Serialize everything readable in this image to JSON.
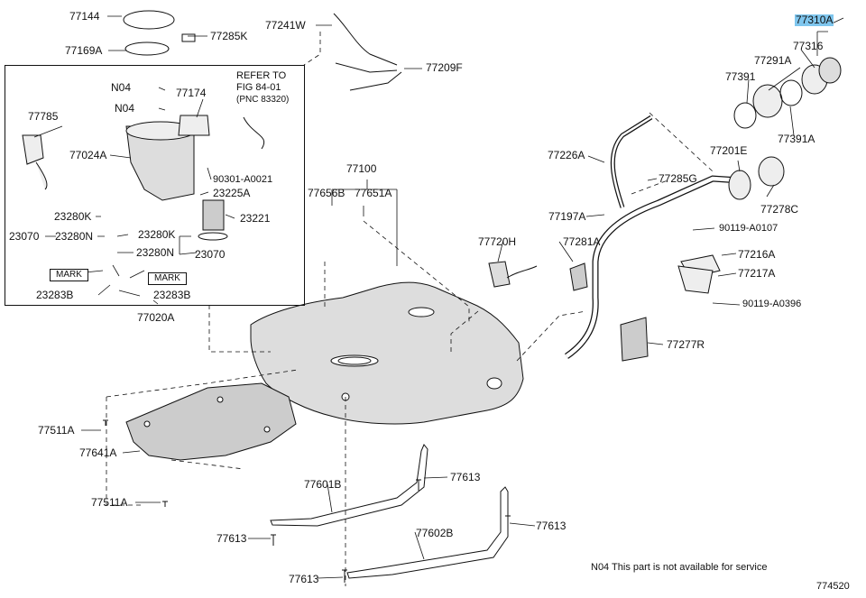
{
  "diagram": {
    "labels": [
      {
        "id": "p77144",
        "text": "77144"
      },
      {
        "id": "p77285k",
        "text": "77285K"
      },
      {
        "id": "p77169a",
        "text": "77169A"
      },
      {
        "id": "p77241w",
        "text": "77241W"
      },
      {
        "id": "p77209f",
        "text": "77209F"
      },
      {
        "id": "p77310a",
        "text": "77310A"
      },
      {
        "id": "p77316",
        "text": "77316"
      },
      {
        "id": "p77291a",
        "text": "77291A"
      },
      {
        "id": "p77391",
        "text": "77391"
      },
      {
        "id": "p77391a",
        "text": "77391A"
      },
      {
        "id": "n04a",
        "text": "N04"
      },
      {
        "id": "n04b",
        "text": "N04"
      },
      {
        "id": "p77174",
        "text": "77174"
      },
      {
        "id": "p77785",
        "text": "77785"
      },
      {
        "id": "p77024a",
        "text": "77024A"
      },
      {
        "id": "p90301",
        "text": "90301-A0021"
      },
      {
        "id": "p23225a",
        "text": "23225A"
      },
      {
        "id": "p23221",
        "text": "23221"
      },
      {
        "id": "p23280k_l",
        "text": "23280K"
      },
      {
        "id": "p23070_l",
        "text": "23070"
      },
      {
        "id": "p23280n_l",
        "text": "23280N"
      },
      {
        "id": "p23280k_r",
        "text": "23280K"
      },
      {
        "id": "p23280n_r",
        "text": "23280N"
      },
      {
        "id": "p23070_r",
        "text": "23070"
      },
      {
        "id": "p23283b_l",
        "text": "23283B"
      },
      {
        "id": "p23283b_r",
        "text": "23283B"
      },
      {
        "id": "p77020a",
        "text": "77020A"
      },
      {
        "id": "p77100",
        "text": "77100"
      },
      {
        "id": "p77656b",
        "text": "77656B"
      },
      {
        "id": "p77651a",
        "text": "77651A"
      },
      {
        "id": "p77226a",
        "text": "77226A"
      },
      {
        "id": "p77201e",
        "text": "77201E"
      },
      {
        "id": "p77285g",
        "text": "77285G"
      },
      {
        "id": "p77278c",
        "text": "77278C"
      },
      {
        "id": "p77197a",
        "text": "77197A"
      },
      {
        "id": "p90119_a0107",
        "text": "90119-A0107"
      },
      {
        "id": "p77720h",
        "text": "77720H"
      },
      {
        "id": "p77281a",
        "text": "77281A"
      },
      {
        "id": "p77216a",
        "text": "77216A"
      },
      {
        "id": "p77217a",
        "text": "77217A"
      },
      {
        "id": "p90119_a0396",
        "text": "90119-A0396"
      },
      {
        "id": "p77277r",
        "text": "77277R"
      },
      {
        "id": "p77511a_t",
        "text": "77511A"
      },
      {
        "id": "p77641a",
        "text": "77641A"
      },
      {
        "id": "p77511a_b",
        "text": "77511A"
      },
      {
        "id": "p77613_a",
        "text": "77613"
      },
      {
        "id": "p77601b",
        "text": "77601B"
      },
      {
        "id": "p77613_b",
        "text": "77613"
      },
      {
        "id": "p77602b",
        "text": "77602B"
      },
      {
        "id": "p77613_c",
        "text": "77613"
      },
      {
        "id": "p77613_d",
        "text": "77613"
      }
    ],
    "marks": [
      "MARK",
      "MARK"
    ],
    "refer": [
      "REFER TO",
      "FIG 84-01",
      "(PNC 83320)"
    ],
    "footnote": "N04  This part is not available for service",
    "figure_number": "774520"
  }
}
